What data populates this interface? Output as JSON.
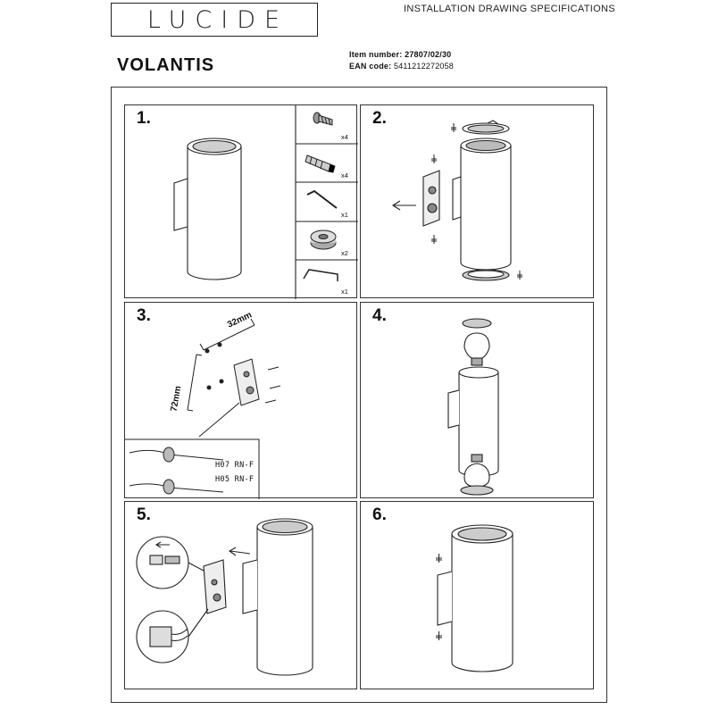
{
  "header": {
    "brand": "LUCIDE",
    "spec_title": "INSTALLATION DRAWING SPECIFICATIONS",
    "product_name": "VOLANTIS",
    "item_label": "Item number:",
    "item_number": "27807/02/30",
    "ean_label": "EAN code:",
    "ean_code": "5411212272058"
  },
  "steps": [
    {
      "number": "1."
    },
    {
      "number": "2."
    },
    {
      "number": "3."
    },
    {
      "number": "4."
    },
    {
      "number": "5."
    },
    {
      "number": "6."
    }
  ],
  "parts": [
    {
      "icon": "screw-icon",
      "quantity": "x4"
    },
    {
      "icon": "wall-plug-icon",
      "quantity": "x4"
    },
    {
      "icon": "allen-key-icon",
      "quantity": "x1"
    },
    {
      "icon": "cable-gland-icon",
      "quantity": "x2"
    },
    {
      "icon": "hook-tool-icon",
      "quantity": "x1"
    }
  ],
  "dimensions": {
    "horizontal": "32mm",
    "vertical": "72mm"
  },
  "cables": [
    "H07 RN-F",
    "H05 RN-F"
  ]
}
